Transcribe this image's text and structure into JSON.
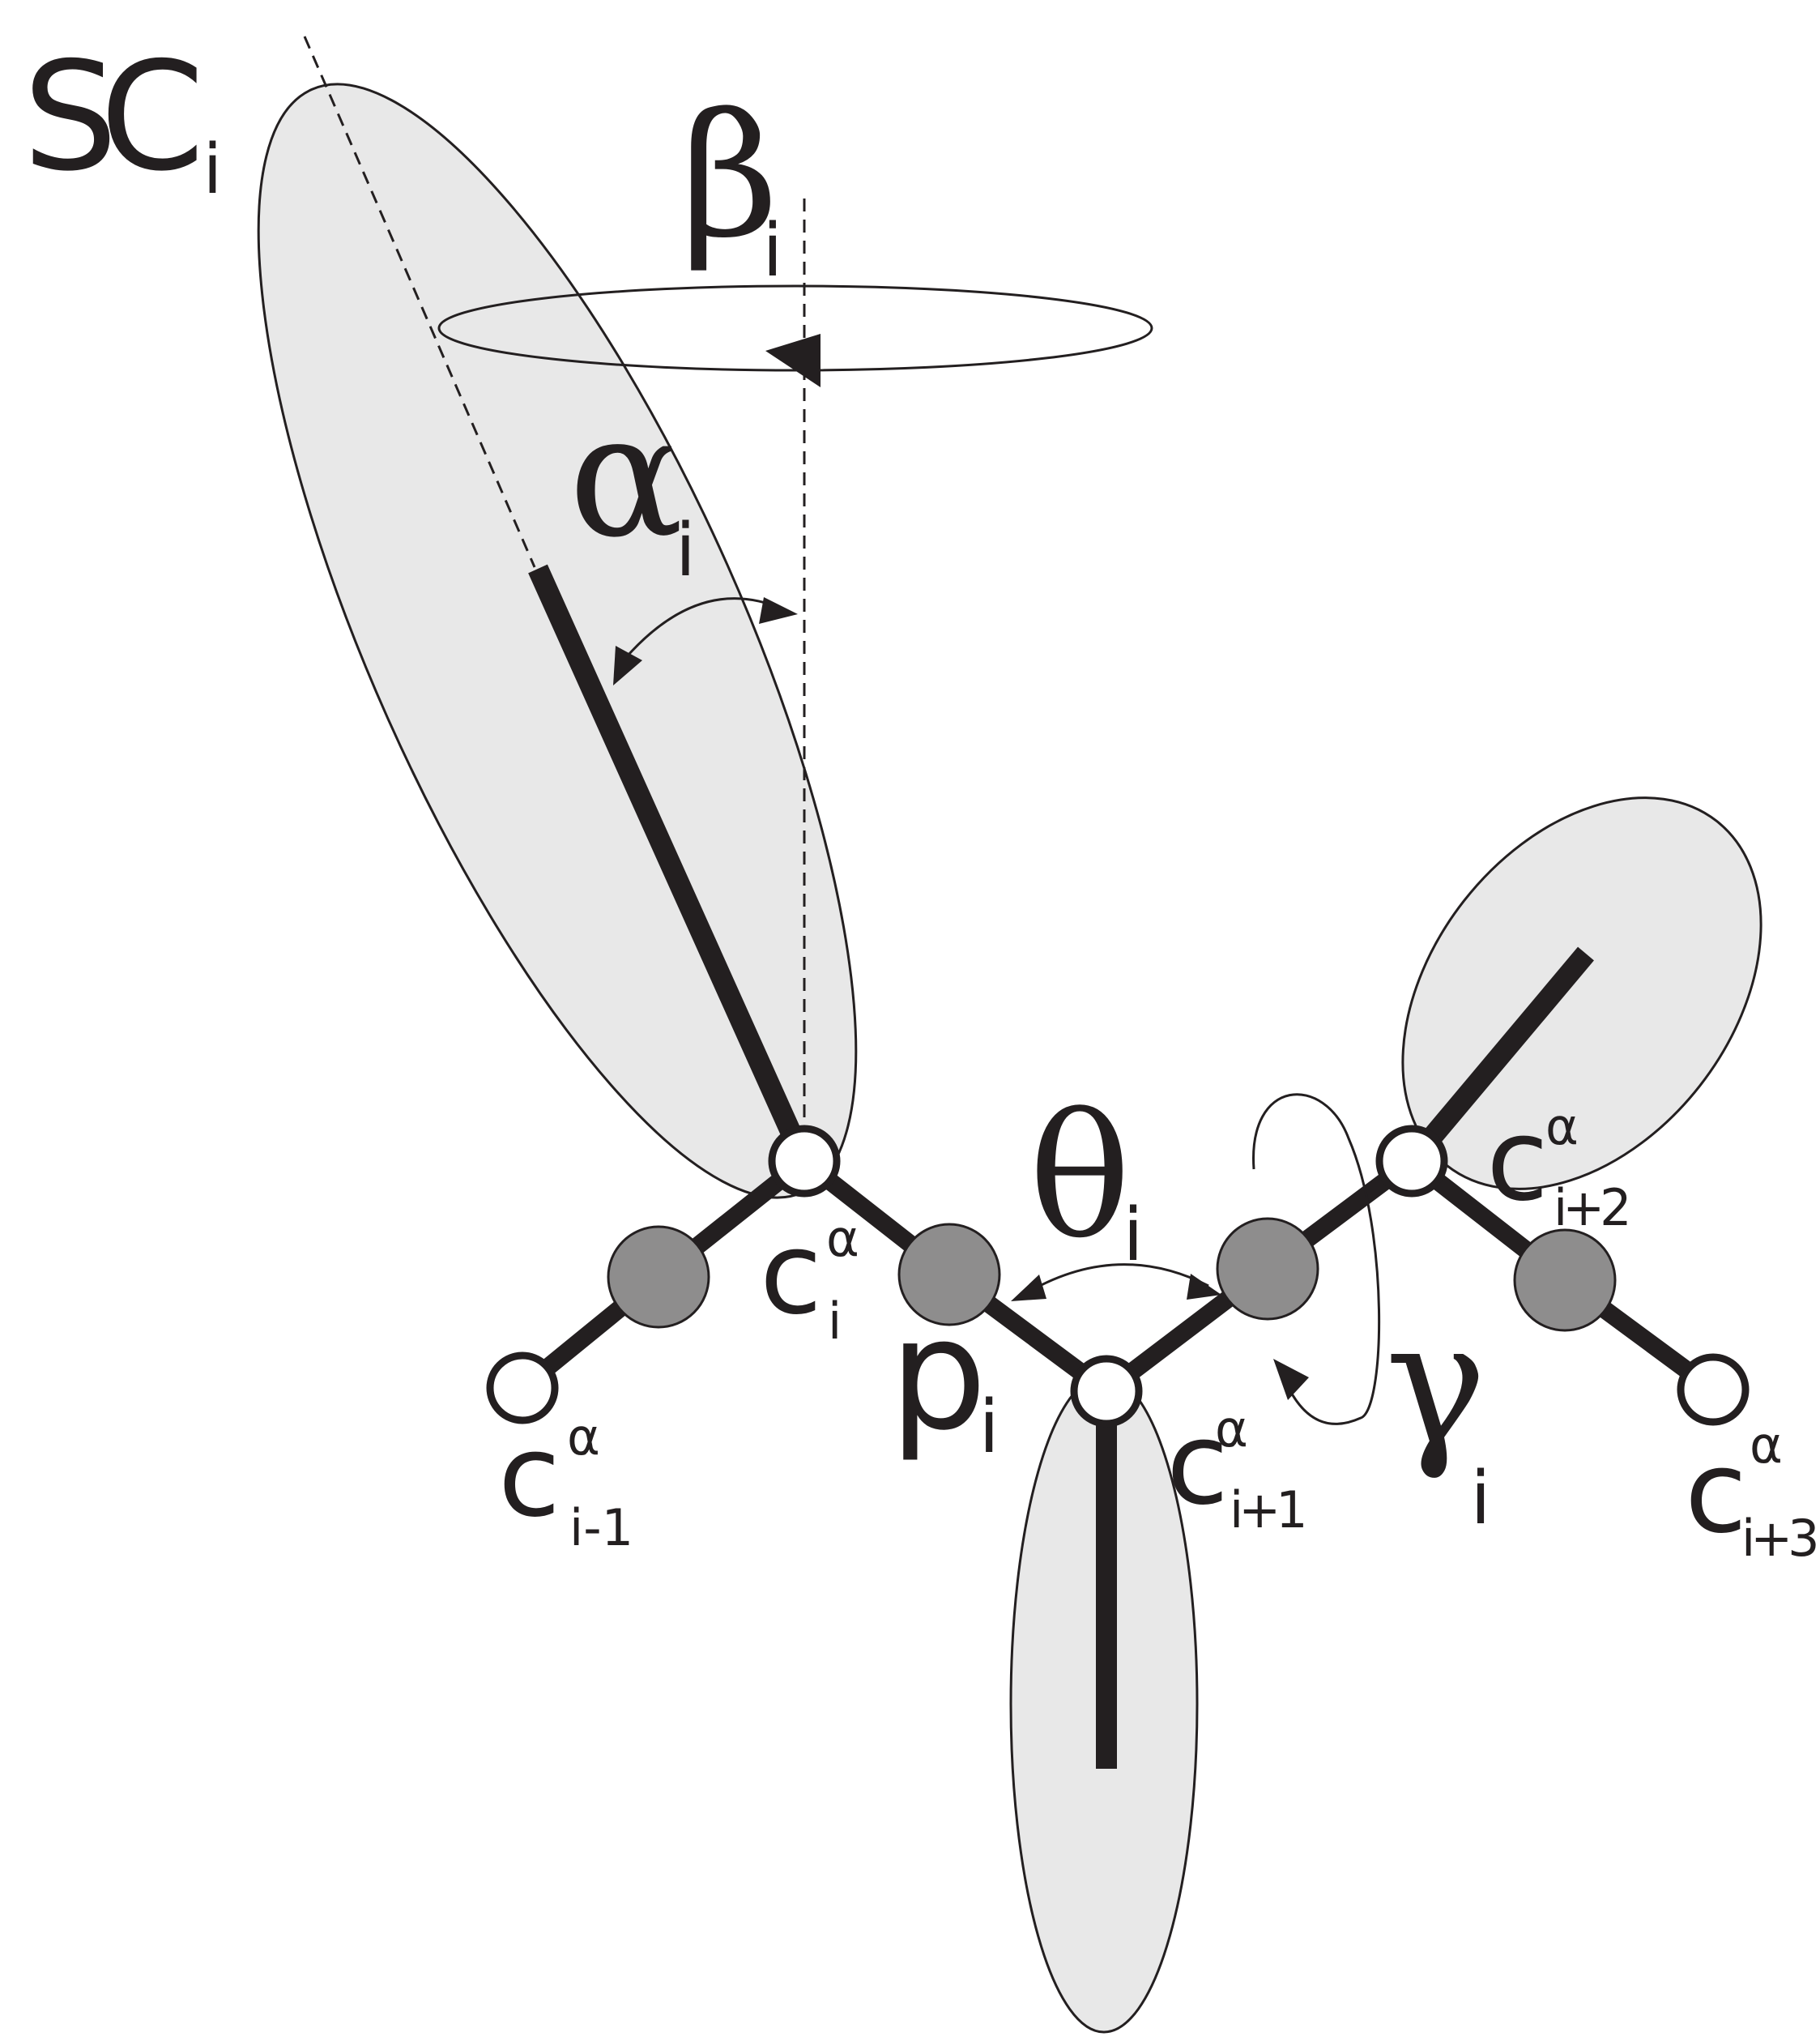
{
  "diagram": {
    "side_chain_label": {
      "main": "SC",
      "sub": "i"
    },
    "beta_label": {
      "main": "β",
      "sub": "i"
    },
    "alpha_label": {
      "main": "α",
      "sub": "i"
    },
    "theta_label": {
      "main": "θ",
      "sub": "i"
    },
    "gamma_label": {
      "main": "γ",
      "sub": "i"
    },
    "peptide_label": {
      "main": "p",
      "sub": "i"
    },
    "calpha_labels": [
      {
        "main": "c",
        "sup": "α",
        "sub": "i-1"
      },
      {
        "main": "c",
        "sup": "α",
        "sub": "i"
      },
      {
        "main": "c",
        "sup": "α",
        "sub": "i+1"
      },
      {
        "main": "c",
        "sup": "α",
        "sub": "i+2"
      },
      {
        "main": "c",
        "sup": "α",
        "sub": "i+3"
      }
    ]
  }
}
